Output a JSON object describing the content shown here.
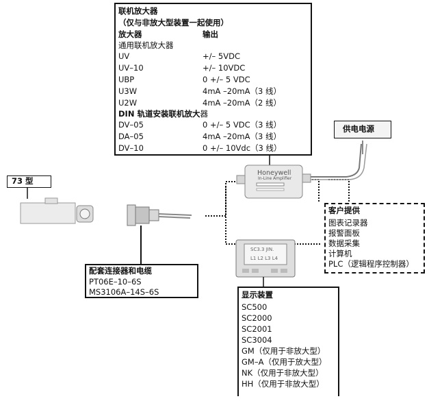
{
  "amplifier": {
    "title": "联机放大器",
    "subtitle": "（仅与非放大型装置一起使用）",
    "col_amp": "放大器",
    "col_out": "输出",
    "general": "通用联机放大器",
    "rows": [
      {
        "name": "UV",
        "out": "+/– 5VDC"
      },
      {
        "name": "UV–10",
        "out": "+/– 10VDC"
      },
      {
        "name": "UBP",
        "out": "0 +/– 5 VDC"
      },
      {
        "name": "U3W",
        "out": "4mA –20mA（3 线）"
      },
      {
        "name": "U2W",
        "out": "4mA –20mA（2 线）"
      }
    ],
    "din_bold": "DIN 轨道安装联机放大",
    "din_rest": "器",
    "din_rows": [
      {
        "name": "DV–05",
        "out": "0 +/– 5 VDC（3 线）"
      },
      {
        "name": "DA–05",
        "out": "4mA –20mA（3 线）"
      },
      {
        "name": "DV–10",
        "out": "0 +/– 10Vdc（3 线）"
      }
    ]
  },
  "amp_device": {
    "brand": "Honeywell",
    "label": "In-Line Amplifier"
  },
  "model": {
    "label": "73 型"
  },
  "power": {
    "label": "供电电源"
  },
  "connector": {
    "title": "配套连接器和电缆",
    "items": [
      "PT06E–10–6S",
      "MS3106A–14S–6S"
    ]
  },
  "customer": {
    "title": "客户提供",
    "items": [
      "图表记录器",
      "报警面板",
      "数据采集",
      "计算机",
      "PLC（逻辑程序控制器）"
    ]
  },
  "display_device": {
    "screen_top": "SC3.3 JIN.",
    "screen_bottom": "L1 L2 L3 L4"
  },
  "display": {
    "title": "显示装置",
    "items": [
      "SC500",
      "SC2000",
      "SC2001",
      "SC3004",
      "GM（仅用于非放大型）",
      "GM–A（仅用于放大型）",
      "NK（仅用于非放大型）",
      "HH（仅用于非放大型）"
    ]
  }
}
